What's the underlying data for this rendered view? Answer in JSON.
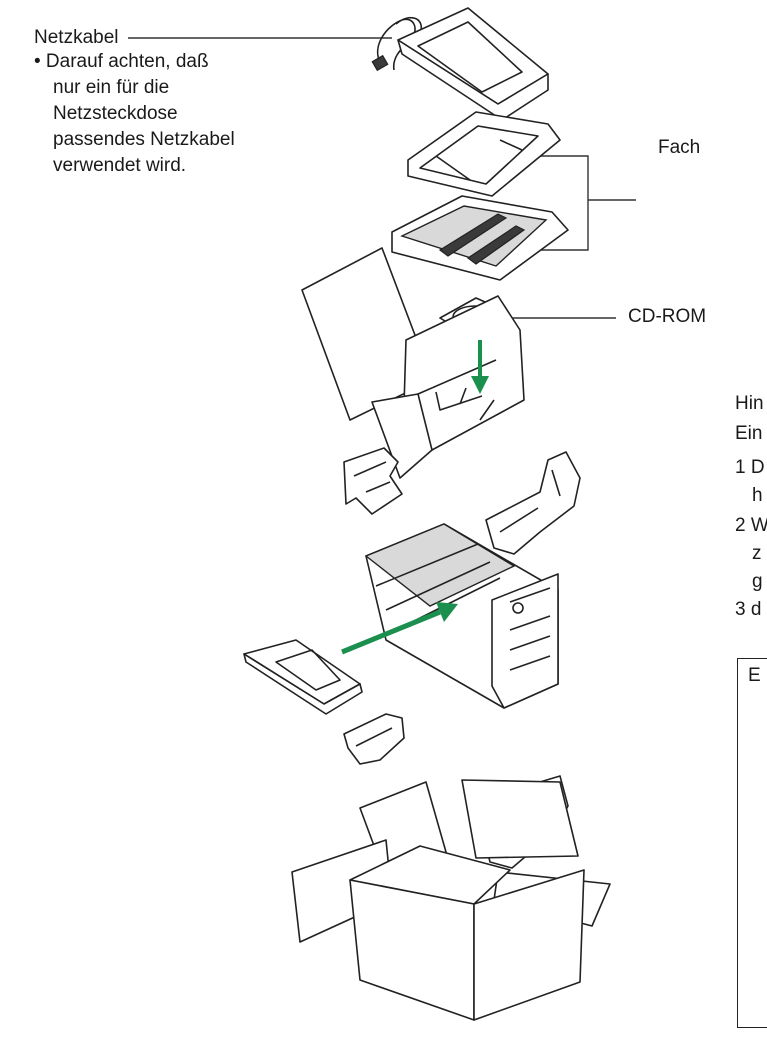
{
  "labels": {
    "netzkabel": "Netzkabel",
    "netzkabel_note": [
      "• Darauf achten, daß",
      "nur ein für die",
      "Netzsteckdose",
      "passendes Netzkabel",
      "verwendet wird."
    ],
    "fach": "Fach",
    "cdrom": "CD-ROM"
  },
  "cut_text": {
    "lines": [
      "Hin",
      "Ein",
      "1 D",
      "h",
      "2 W",
      "z",
      "g",
      "3 d"
    ],
    "box_title": "E"
  },
  "colors": {
    "arrow": "#1a8f4e",
    "line": "#222222"
  },
  "icons": [
    "power-cable-icon",
    "cd-rom-icon",
    "scanner-icon",
    "packing-box-icon"
  ]
}
